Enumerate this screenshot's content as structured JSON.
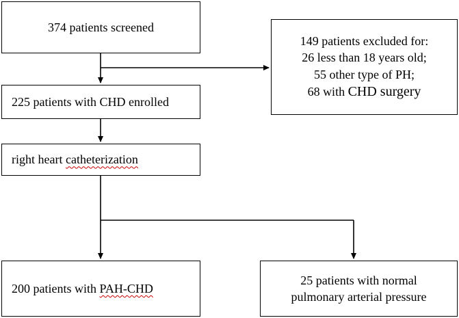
{
  "flowchart": {
    "screened": "374 patients screened",
    "enrolled": {
      "prefix": "225 patients with CHD enrolled"
    },
    "rhc": {
      "word1": "right",
      "word2": "heart",
      "word3": "catheterization"
    },
    "excluded": {
      "header": "149 patients excluded for:",
      "line1": "26 less than 18 years old;",
      "line2": "55 other type of PH;",
      "line3_prefix": "68 with ",
      "line3_big": "CHD surgery"
    },
    "pah": {
      "prefix": "200 patients with ",
      "term": "PAH-CHD"
    },
    "normal": {
      "line1": "25 patients with normal",
      "line2": "pulmonary arterial pressure"
    }
  }
}
